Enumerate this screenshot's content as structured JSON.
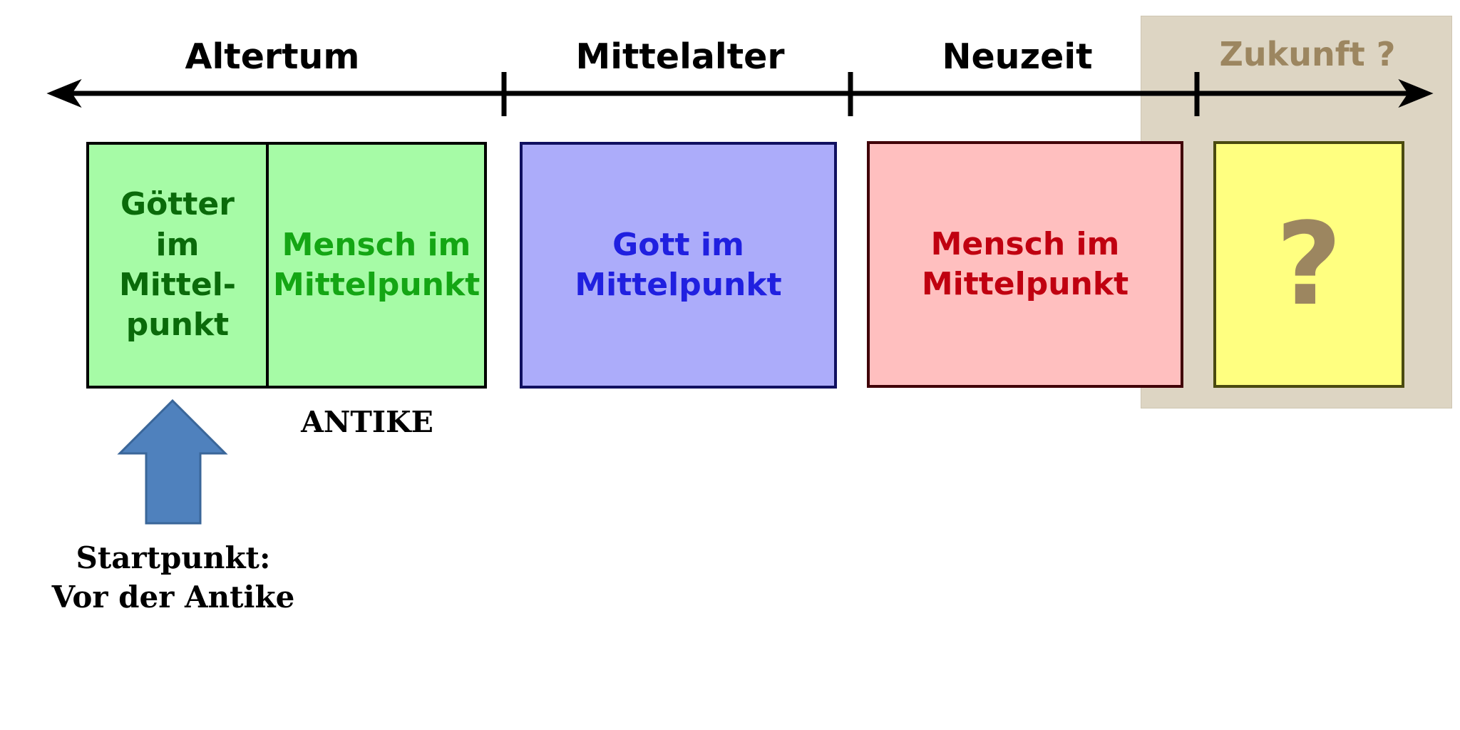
{
  "eras": [
    {
      "label": "Altertum"
    },
    {
      "label": "Mittelalter"
    },
    {
      "label": "Neuzeit"
    },
    {
      "label": "Zukunft ?"
    }
  ],
  "boxes": {
    "goetter": "Götter im Mittel- punkt",
    "mensch_antike": "Mensch im Mittelpunkt",
    "gott": "Gott im Mittelpunkt",
    "mensch_neuzeit": "Mensch im Mittelpunkt",
    "zukunft": "?"
  },
  "antike_label": "ANTIKE",
  "startpoint": {
    "line1": "Startpunkt:",
    "line2": "Vor der Antike"
  },
  "colors": {
    "green_fill": "#a6fba6",
    "green_dark_text": "#0a6a0a",
    "green_text": "#14a614",
    "blue_fill": "#acacfa",
    "blue_text": "#2020e0",
    "red_fill": "#ffbfbf",
    "red_text": "#c00010",
    "yellow_fill": "#ffff80",
    "future_text": "#9c8660",
    "future_zone": "#ddd5c3",
    "arrow_blue": "#4f81bd"
  }
}
